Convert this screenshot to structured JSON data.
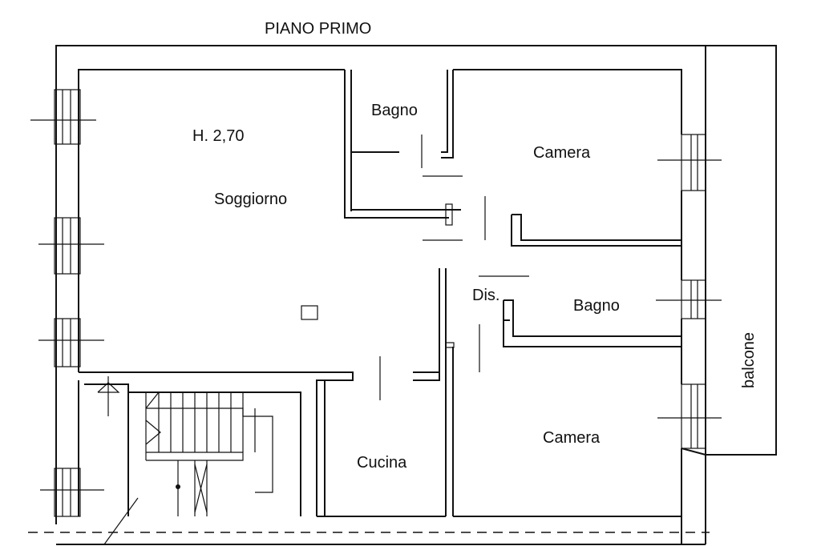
{
  "title": "PIANO PRIMO",
  "height_note": "H. 2,70",
  "rooms": {
    "soggiorno": "Soggiorno",
    "bagno_top": "Bagno",
    "camera_top": "Camera",
    "dis": "Dis.",
    "bagno_mid": "Bagno",
    "camera_bottom": "Camera",
    "cucina": "Cucina"
  },
  "balcony": "balcone"
}
